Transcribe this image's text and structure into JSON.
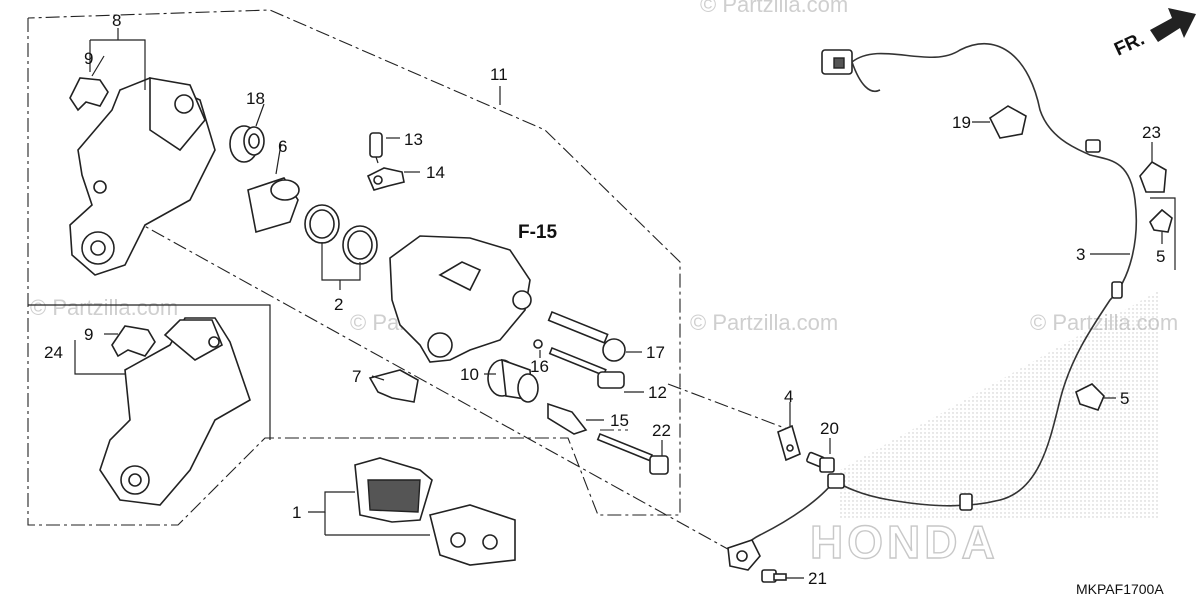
{
  "diagram": {
    "callouts": {
      "p1": "1",
      "p2": "2",
      "p3": "3",
      "p4": "4",
      "p5a": "5",
      "p5b": "5",
      "p6": "6",
      "p7": "7",
      "p8": "8",
      "p9a": "9",
      "p9b": "9",
      "p10": "10",
      "p11": "11",
      "p12": "12",
      "p13": "13",
      "p14": "14",
      "p15": "15",
      "p16": "16",
      "p17": "17",
      "p18": "18",
      "p19": "19",
      "p20": "20",
      "p21": "21",
      "p22": "22",
      "p23": "23",
      "p24": "24"
    },
    "reference_label": "F-15",
    "direction_label": "FR.",
    "diagram_code": "MKPAF1700A",
    "brand_watermark": "HONDA",
    "copyright_watermark": "© Partzilla.com"
  },
  "colors": {
    "ink": "#222222",
    "watermark": "#cfcfcf",
    "background": "#ffffff"
  }
}
